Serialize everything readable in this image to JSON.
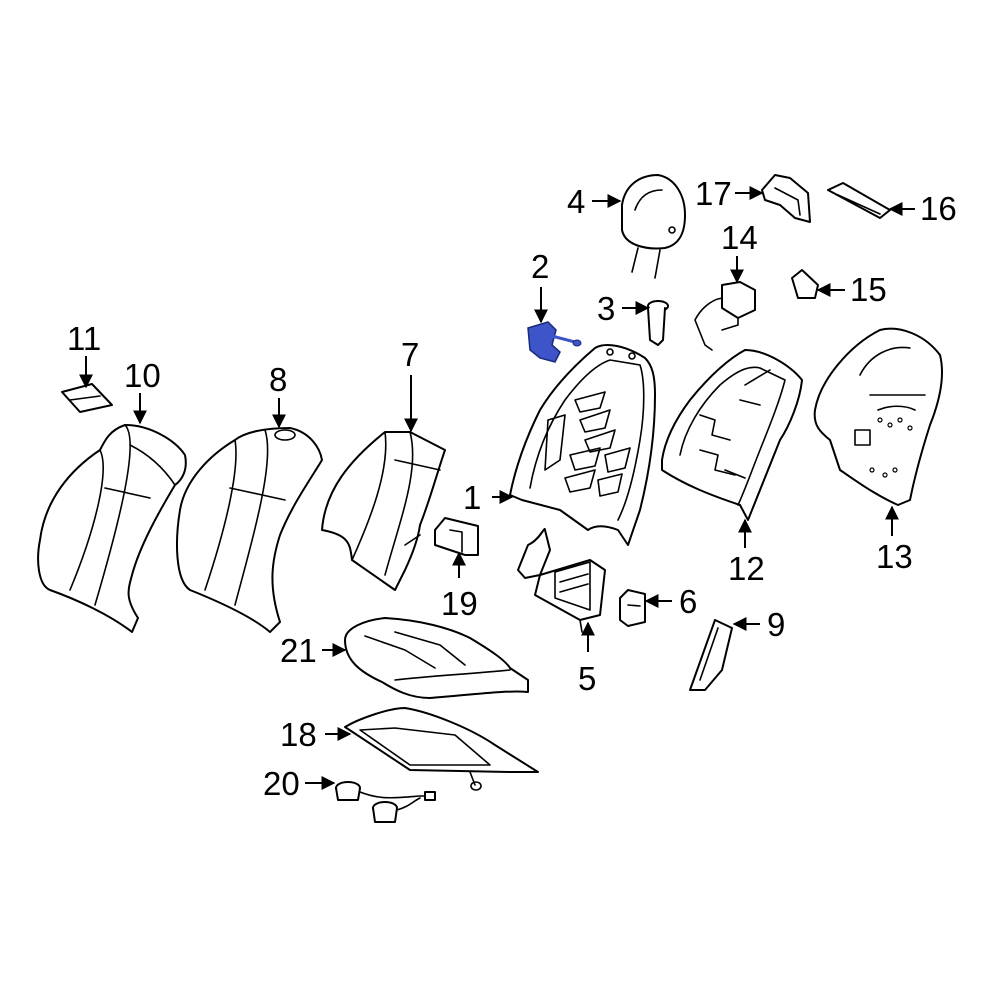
{
  "diagram": {
    "highlight_color": "#3d55c8",
    "line_color": "#000000",
    "highlighted_part": "2",
    "callouts": [
      {
        "id": "c1",
        "number": "1"
      },
      {
        "id": "c2",
        "number": "2"
      },
      {
        "id": "c3",
        "number": "3"
      },
      {
        "id": "c4",
        "number": "4"
      },
      {
        "id": "c5",
        "number": "5"
      },
      {
        "id": "c6",
        "number": "6"
      },
      {
        "id": "c7",
        "number": "7"
      },
      {
        "id": "c8",
        "number": "8"
      },
      {
        "id": "c9",
        "number": "9"
      },
      {
        "id": "c10",
        "number": "10"
      },
      {
        "id": "c11",
        "number": "11"
      },
      {
        "id": "c12",
        "number": "12"
      },
      {
        "id": "c13",
        "number": "13"
      },
      {
        "id": "c14",
        "number": "14"
      },
      {
        "id": "c15",
        "number": "15"
      },
      {
        "id": "c16",
        "number": "16"
      },
      {
        "id": "c17",
        "number": "17"
      },
      {
        "id": "c18",
        "number": "18"
      },
      {
        "id": "c19",
        "number": "19"
      },
      {
        "id": "c20",
        "number": "20"
      },
      {
        "id": "c21",
        "number": "21"
      }
    ]
  }
}
